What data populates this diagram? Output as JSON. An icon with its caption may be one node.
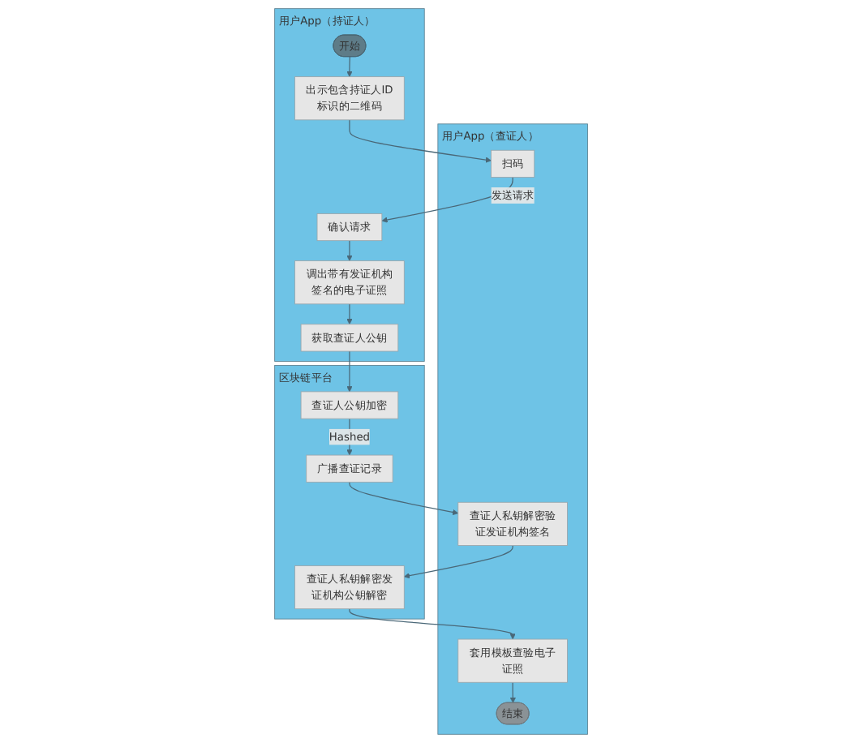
{
  "diagram": {
    "nodes": [
      {
        "text": [
          "用户App（查证人）"
        ]
      },
      {
        "text": [
          "区块链平台"
        ]
      },
      {
        "text": [
          "用户App（持证人）"
        ]
      },
      {
        "text": [
          "开始"
        ],
        "in": 2
      },
      {
        "text": [
          "出示包含持证人ID标识的二维码"
        ],
        "in": 2
      },
      {
        "text": [
          "扫码"
        ],
        "in": 0
      },
      {
        "text": [
          "确认请求"
        ],
        "in": 2
      },
      {
        "text": [
          "调出带有发证机构签名的电子证照"
        ],
        "in": 2
      },
      {
        "text": [
          "查证人公钥加密"
        ],
        "in": 1
      },
      {
        "text": [
          "获取查证人公钥"
        ],
        "in": 2
      },
      {
        "text": [
          "广播查证记录"
        ],
        "in": 1
      },
      {
        "text": [
          "查证人私钥解密验证发证机构签名"
        ],
        "in": 0
      },
      {
        "text": [
          "套用模板查验电子证照"
        ],
        "in": 0
      },
      {
        "text": [
          "查证人私钥解密发证机构公钥解密"
        ],
        "in": 1
      },
      {
        "text": [
          "结束"
        ],
        "in": 0
      }
    ],
    "edges": [
      {
        "from": 3,
        "to": 4,
        "arrow": "to"
      },
      {
        "from": 4,
        "to": 5,
        "arrow": "to"
      },
      {
        "from": 5,
        "to": 6,
        "arrow": "to",
        "label": "发送请求"
      },
      {
        "from": 6,
        "to": 7,
        "arrow": "to"
      },
      {
        "from": 7,
        "to": 9,
        "arrow": "to"
      },
      {
        "from": 9,
        "to": 8,
        "arrow": "to"
      },
      {
        "from": 8,
        "to": 10,
        "arrow": "to",
        "label": "Hashed"
      },
      {
        "from": 10,
        "to": 11,
        "arrow": "to"
      },
      {
        "from": 11,
        "to": 13,
        "arrow": "to"
      },
      {
        "from": 13,
        "to": 12,
        "arrow": "to"
      },
      {
        "from": 12,
        "to": 14,
        "arrow": "to"
      }
    ]
  }
}
